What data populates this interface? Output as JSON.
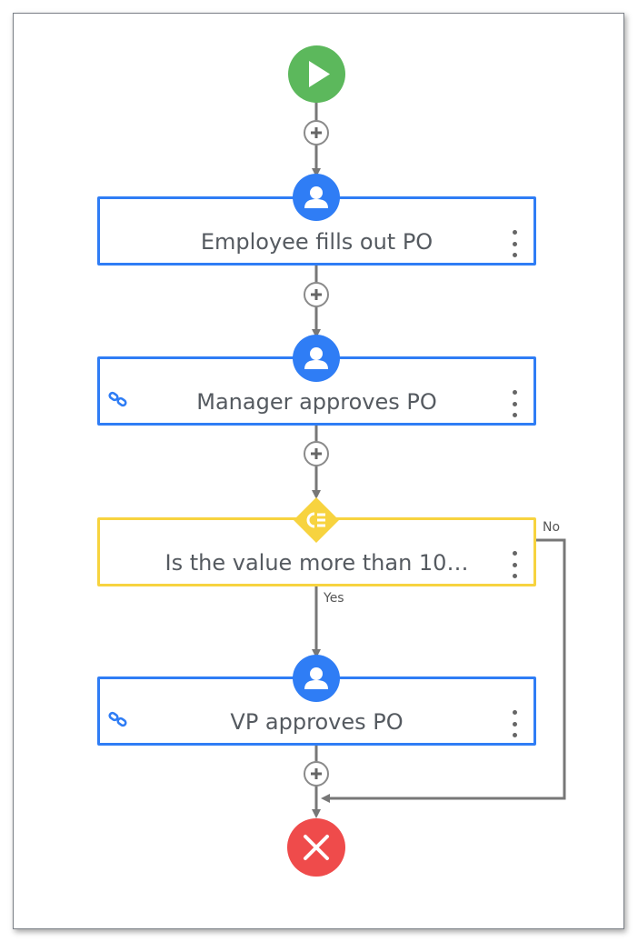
{
  "workflow": {
    "nodes": [
      {
        "id": "employee",
        "label": "Employee fills out PO",
        "type": "user-task",
        "linked": false
      },
      {
        "id": "manager",
        "label": "Manager approves PO",
        "type": "user-task",
        "linked": true
      },
      {
        "id": "decision",
        "label": "Is the value more than 10…",
        "type": "condition",
        "linked": false
      },
      {
        "id": "vp",
        "label": "VP approves PO",
        "type": "user-task",
        "linked": true
      }
    ],
    "edges": {
      "yes_label": "Yes",
      "no_label": "No"
    },
    "colors": {
      "task_border": "#2f7df5",
      "decision_border": "#f7d33f",
      "start": "#5cb85c",
      "end": "#ef4b4b",
      "connector": "#777777"
    },
    "icons": {
      "start": "play-icon",
      "end": "close-icon",
      "task": "user-icon",
      "decision": "condition-icon",
      "link": "link-icon",
      "menu": "more-vertical-icon",
      "add": "plus-circle-icon"
    }
  }
}
